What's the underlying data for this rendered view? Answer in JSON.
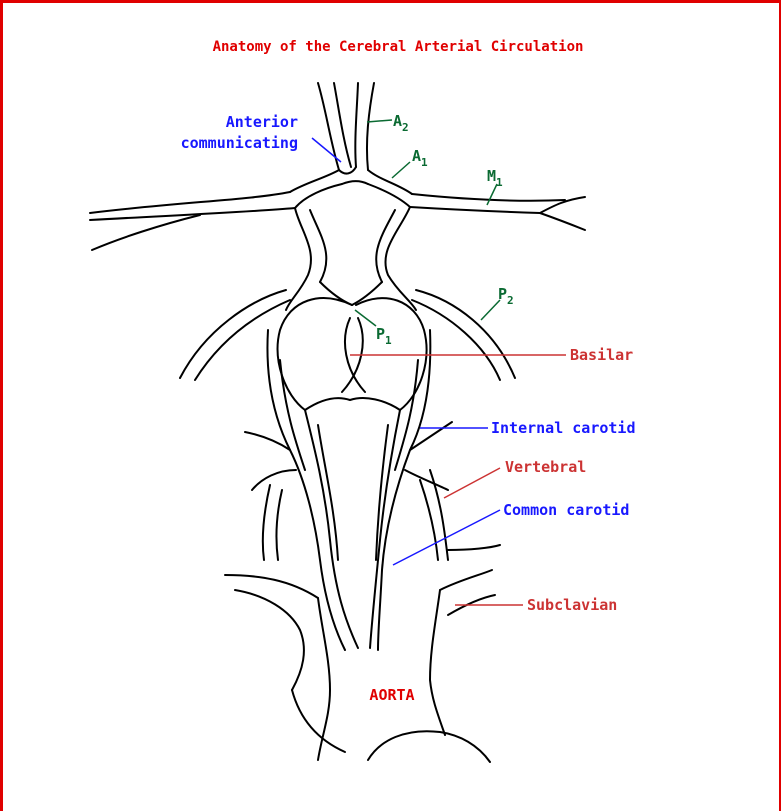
{
  "title": "Anatomy of the Cerebral Arterial Circulation",
  "colors": {
    "frame": "#e00000",
    "title": "#e00000",
    "vessel": "#000000",
    "label_blue": "#1818ff",
    "label_green": "#0a6a32",
    "label_red": "#cc3333",
    "aorta": "#e00000"
  },
  "labels": {
    "anterior_line1": "Anterior",
    "anterior_line2": "communicating",
    "a2_letter": "A",
    "a2_sub": "2",
    "a1_letter": "A",
    "a1_sub": "1",
    "m1_letter": "M",
    "m1_sub": "1",
    "p2_letter": "P",
    "p2_sub": "2",
    "p1_letter": "P",
    "p1_sub": "1",
    "basilar": "Basilar",
    "internal_carotid": "Internal carotid",
    "vertebral": "Vertebral",
    "common_carotid": "Common carotid",
    "subclavian": "Subclavian",
    "aorta": "AORTA"
  }
}
